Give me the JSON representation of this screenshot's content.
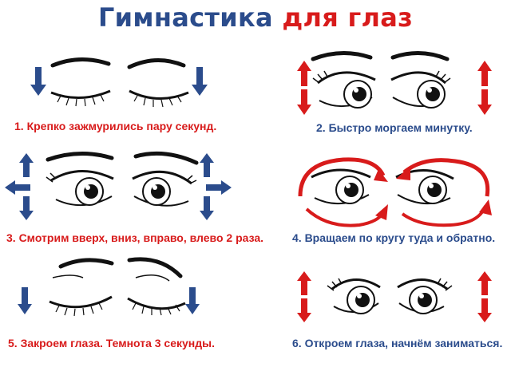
{
  "title": {
    "part1": "Гимнастика",
    "part2": "для глаз"
  },
  "steps": [
    {
      "text": "1. Крепко зажмурились пару секунд.",
      "color": "#d81b1b"
    },
    {
      "text": "2. Быстро моргаем минутку.",
      "color": "#2b4c8c"
    },
    {
      "text": "3. Смотрим вверх, вниз, вправо, влево 2 раза.",
      "color": "#d81b1b"
    },
    {
      "text": "4. Вращаем по кругу туда и обратно.",
      "color": "#2b4c8c"
    },
    {
      "text": "5. Закроем глаза. Темнота 3 секунды.",
      "color": "#d81b1b"
    },
    {
      "text": "6. Откроем глаза, начнём заниматься.",
      "color": "#2b4c8c"
    }
  ],
  "colors": {
    "blue_arrow": "#2b4c8c",
    "red_arrow": "#d81b1b",
    "ink": "#111111"
  },
  "icons": [
    "closed-eyes-icon",
    "open-eyes-icon",
    "arrow-up-icon",
    "arrow-down-icon",
    "arrow-left-icon",
    "arrow-right-icon",
    "circular-arrow-icon"
  ]
}
